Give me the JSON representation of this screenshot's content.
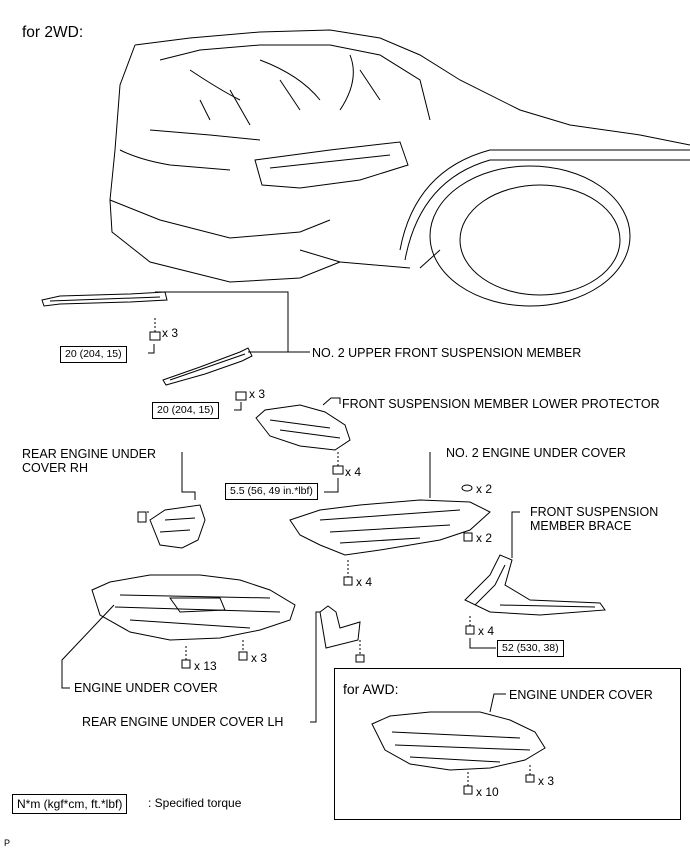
{
  "title_2wd": "for 2WD:",
  "title_awd": "for AWD:",
  "labels": {
    "upper_front_member": "NO. 2 UPPER FRONT SUSPENSION MEMBER",
    "lower_protector": "FRONT SUSPENSION MEMBER LOWER PROTECTOR",
    "rear_cover_rh_1": "REAR ENGINE UNDER",
    "rear_cover_rh_2": "COVER RH",
    "no2_under_cover": "NO. 2 ENGINE UNDER COVER",
    "brace_1": "FRONT SUSPENSION",
    "brace_2": "MEMBER BRACE",
    "engine_under_cover": "ENGINE UNDER COVER",
    "rear_cover_lh": "REAR ENGINE UNDER COVER LH",
    "awd_engine_under_cover": "ENGINE UNDER COVER"
  },
  "torques": {
    "member_left": "20 (204, 15)",
    "member_right": "20 (204, 15)",
    "protector": "5.5 (56, 49 in.*lbf)",
    "brace": "52 (530, 38)"
  },
  "quantities": {
    "member_left": "x 3",
    "member_right": "x 3",
    "protector": "x 4",
    "no2_clip": "x 2",
    "no2_bolt": "x 2",
    "no2_bottom": "x 4",
    "brace": "x 4",
    "engine_13": "x 13",
    "engine_3": "x 3",
    "awd_10": "x 10",
    "awd_3": "x 3"
  },
  "legend": {
    "unit": "N*m (kgf*cm, ft.*lbf)",
    "text": ": Specified torque"
  },
  "corner_code": "P"
}
